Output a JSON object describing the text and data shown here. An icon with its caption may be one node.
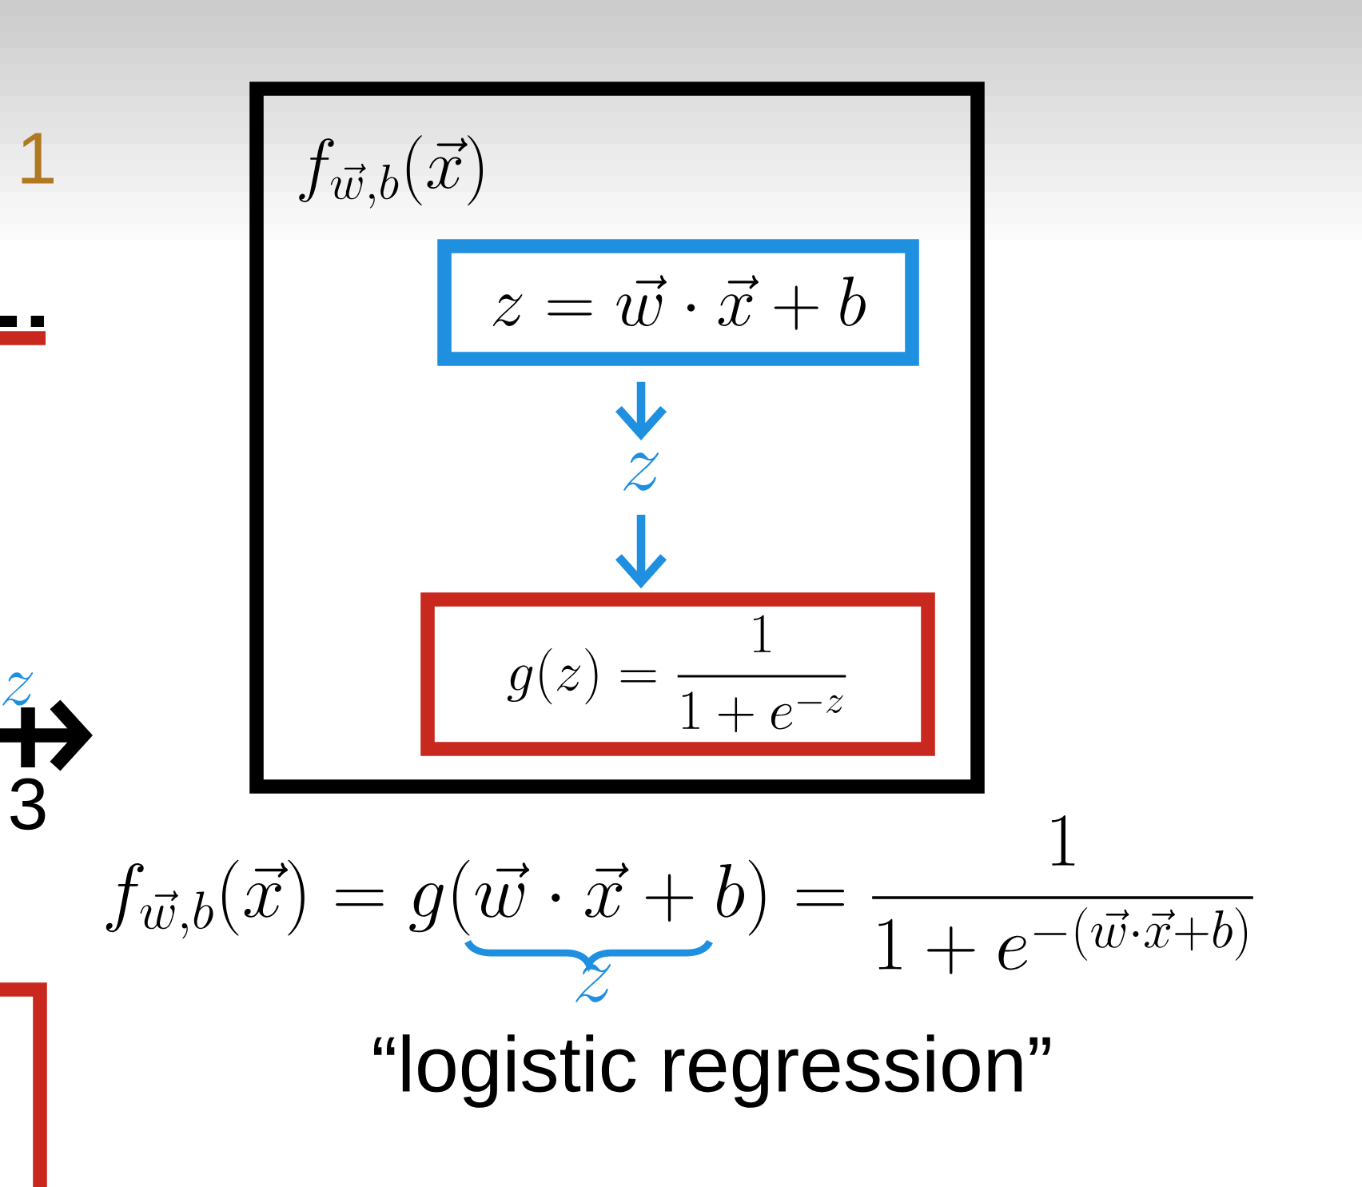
{
  "diagram": {
    "nodes": [
      {
        "text": [
          "f_{\\vec{w},b}(\\vec{x})"
        ]
      },
      {
        "text": [
          "z = \\vec{w} \\cdot \\vec{x} + b"
        ],
        "in": 0
      },
      {
        "text": [
          "z"
        ],
        "in": 0
      },
      {
        "text": [
          "g(z) = \\frac{1}{1+e^{-z}}"
        ],
        "in": 0
      }
    ],
    "edges": [
      {
        "from": 1,
        "to": 2,
        "arrow": "to"
      },
      {
        "from": 2,
        "to": 3,
        "arrow": "to"
      }
    ],
    "labels": [
      "1",
      "z",
      "3",
      "f_{\\vec{w},b}(\\vec{x}) = g(\\vec{w} \\cdot \\vec{x} + b) = \\frac{1}{1+e^{-(\\vec{w} \\cdot \\vec{x} + b)}}",
      "z",
      "“logistic regression”"
    ]
  }
}
